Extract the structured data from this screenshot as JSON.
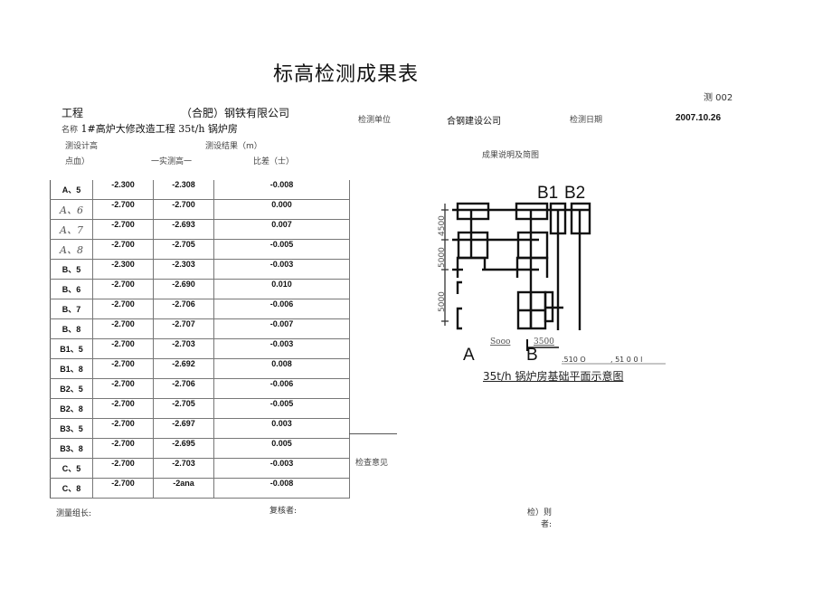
{
  "document": {
    "title": "标高检测成果表",
    "doc_number": "测 002"
  },
  "header": {
    "project_label": "工程",
    "company": "（合肥）钢铁有限公司",
    "name_label": "名称",
    "project_name": "1#高炉大修改造工程 35t/h 锅炉房",
    "inspection_unit_label": "检测单位",
    "inspection_unit": "合钢建设公司",
    "inspection_date_label": "检测日期",
    "inspection_date": "2007.10.26"
  },
  "table": {
    "headers": {
      "design_elev_line1": "测设计高",
      "result_label": "测设结果（m）",
      "point_label": "点血）",
      "measured_label": "一实测高一",
      "diff_label": "比差（士）"
    },
    "rows": [
      {
        "point": "A、5",
        "design": "-2.300",
        "measured": "-2.308",
        "diff": "-0.008",
        "italic": false
      },
      {
        "point": "A、6",
        "design": "-2.700",
        "measured": "-2.700",
        "diff": "0.000",
        "italic": true
      },
      {
        "point": "A、7",
        "design": "-2.700",
        "measured": "-2.693",
        "diff": "0.007",
        "italic": true
      },
      {
        "point": "A、8",
        "design": "-2.700",
        "measured": "-2.705",
        "diff": "-0.005",
        "italic": true
      },
      {
        "point": "B、5",
        "design": "-2.300",
        "measured": "-2.303",
        "diff": "-0.003",
        "italic": false
      },
      {
        "point": "B、6",
        "design": "-2.700",
        "measured": "-2.690",
        "diff": "0.010",
        "italic": false
      },
      {
        "point": "B、7",
        "design": "-2.700",
        "measured": "-2.706",
        "diff": "-0.006",
        "italic": false
      },
      {
        "point": "B、8",
        "design": "-2.700",
        "measured": "-2.707",
        "diff": "-0.007",
        "italic": false
      },
      {
        "point": "B1、5",
        "design": "-2.700",
        "measured": "-2.703",
        "diff": "-0.003",
        "italic": false
      },
      {
        "point": "B1、8",
        "design": "-2.700",
        "measured": "-2.692",
        "diff": "0.008",
        "italic": false
      },
      {
        "point": "B2、5",
        "design": "-2.700",
        "measured": "-2.706",
        "diff": "-0.006",
        "italic": false
      },
      {
        "point": "B2、8",
        "design": "-2.700",
        "measured": "-2.705",
        "diff": "-0.005",
        "italic": false
      },
      {
        "point": "B3、5",
        "design": "-2.700",
        "measured": "-2.697",
        "diff": "0.003",
        "italic": false
      },
      {
        "point": "B3、8",
        "design": "-2.700",
        "measured": "-2.695",
        "diff": "0.005",
        "italic": false
      },
      {
        "point": "C、5",
        "design": "-2.700",
        "measured": "-2.703",
        "diff": "-0.003",
        "italic": false
      },
      {
        "point": "C、8",
        "design": "-2.700",
        "measured": "-2ana",
        "diff": "-0.008",
        "italic": false
      }
    ]
  },
  "right_panel": {
    "results_label": "成果说明及简图",
    "inspection_opinion_label": "检查意见"
  },
  "diagram": {
    "col_labels_top": [
      "B1",
      "B2"
    ],
    "col_labels_bottom": [
      "A",
      "B"
    ],
    "dims_vertical": [
      "4500",
      "5000",
      "5000"
    ],
    "dims_horizontal": [
      "Sooo",
      "3500"
    ],
    "dims_right": [
      ".510 O",
      ", 51 0 0 l"
    ],
    "caption": "35t/h 锅炉房基础平面示意图"
  },
  "footer": {
    "survey_leader": "测量组长:",
    "reviewer": "复核者:",
    "inspector_line1": "检）则",
    "inspector_line2": "者:"
  }
}
